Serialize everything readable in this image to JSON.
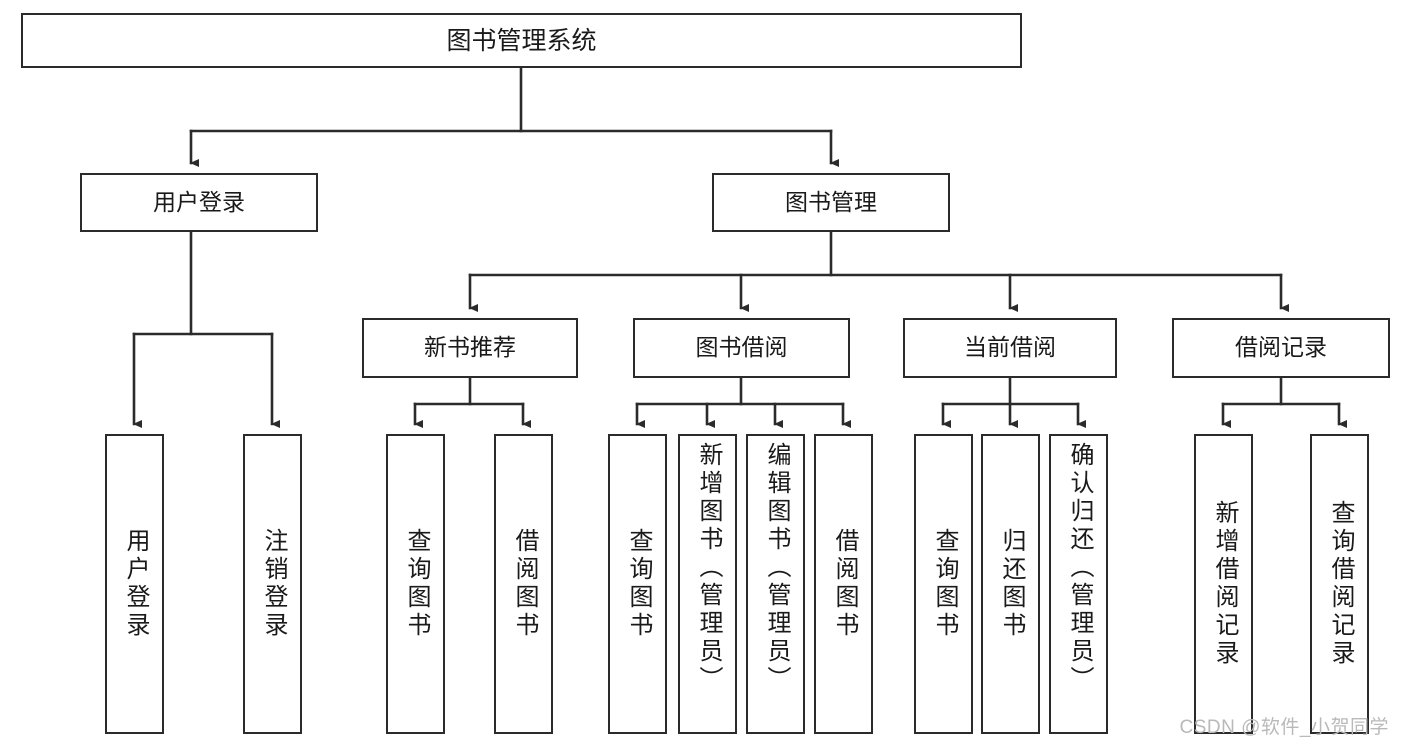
{
  "diagram": {
    "title": "图书管理系统",
    "type": "functional-structure-tree",
    "watermark": "CSDN @软件_小贺同学",
    "colors": {
      "box_border": "#2b2b2b",
      "box_fill": "#ffffff",
      "connector": "#2b2b2b",
      "text": "#1a1a1a",
      "watermark": "#b9b9b9",
      "background": "#ffffff"
    },
    "levels": {
      "root": {
        "label": "图书管理系统"
      },
      "level1": [
        {
          "id": "user-login",
          "label": "用户登录"
        },
        {
          "id": "book-management",
          "label": "图书管理"
        }
      ],
      "level2": [
        {
          "id": "new-book-recommend",
          "label": "新书推荐",
          "parent": "book-management"
        },
        {
          "id": "book-borrow",
          "label": "图书借阅",
          "parent": "book-management"
        },
        {
          "id": "current-borrow",
          "label": "当前借阅",
          "parent": "book-management"
        },
        {
          "id": "borrow-record",
          "label": "借阅记录",
          "parent": "book-management"
        }
      ],
      "leaves": {
        "user-login": [
          {
            "id": "leaf-user-login",
            "label": "用户登录"
          },
          {
            "id": "leaf-logout",
            "label": "注销登录"
          }
        ],
        "new-book-recommend": [
          {
            "id": "leaf-query-book-1",
            "label": "查询图书"
          },
          {
            "id": "leaf-borrow-book-1",
            "label": "借阅图书"
          }
        ],
        "book-borrow": [
          {
            "id": "leaf-query-book-2",
            "label": "查询图书"
          },
          {
            "id": "leaf-add-book",
            "label": "新增图书（管理员）"
          },
          {
            "id": "leaf-edit-book",
            "label": "编辑图书（管理员）"
          },
          {
            "id": "leaf-borrow-book-2",
            "label": "借阅图书"
          }
        ],
        "current-borrow": [
          {
            "id": "leaf-query-book-3",
            "label": "查询图书"
          },
          {
            "id": "leaf-return-book",
            "label": "归还图书"
          },
          {
            "id": "leaf-confirm-return",
            "label": "确认归还（管理员）"
          }
        ],
        "borrow-record": [
          {
            "id": "leaf-add-record",
            "label": "新增借阅记录"
          },
          {
            "id": "leaf-query-record",
            "label": "查询借阅记录"
          }
        ]
      }
    }
  }
}
